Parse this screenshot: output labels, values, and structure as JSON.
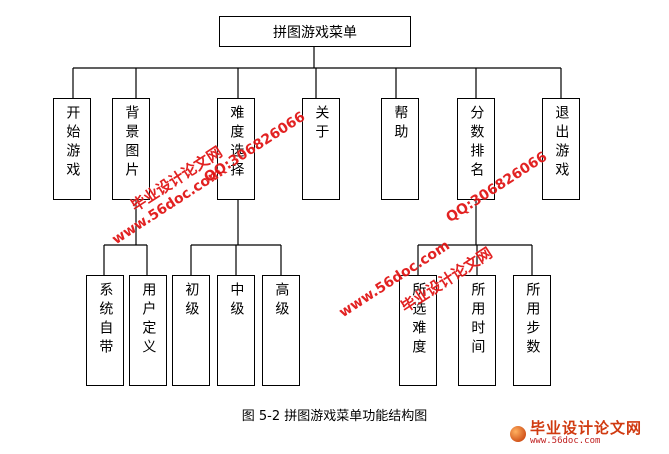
{
  "root": "拼图游戏菜单",
  "level1": [
    "开始游戏",
    "背景图片",
    "难度选择",
    "关于",
    "帮助",
    "分数排名",
    "退出游戏"
  ],
  "level2": {
    "background": [
      "系统自带",
      "用户定义"
    ],
    "difficulty": [
      "初级",
      "中级",
      "高级"
    ],
    "ranking": [
      "所选难度",
      "所用时间",
      "所用步数"
    ]
  },
  "caption": "图 5-2  拼图游戏菜单功能结构图",
  "watermarks": {
    "cn": "毕业设计论文网",
    "url": "www.56doc.com",
    "qq": "QQ:306826066"
  },
  "logo": {
    "main": "毕业设计论文网",
    "url": "www.56doc.com"
  },
  "colors": {
    "watermark": "#e01010",
    "line": "#000000"
  }
}
